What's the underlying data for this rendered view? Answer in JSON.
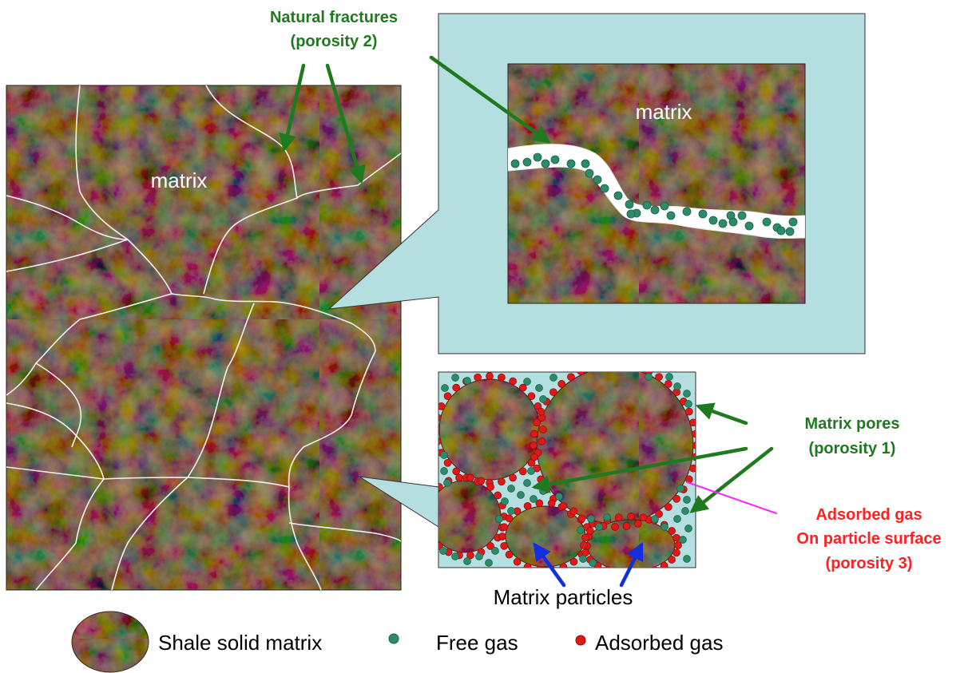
{
  "diagram": {
    "left_panel_label": "matrix",
    "zoom_panel_label": "matrix",
    "fractures_label_line1": "Natural fractures",
    "fractures_label_line2": "(porosity 2)",
    "pores_label_line1": "Matrix pores",
    "pores_label_line2": "(porosity 1)",
    "adsorbed_label_line1": "Adsorbed gas",
    "adsorbed_label_line2": "On particle surface",
    "adsorbed_label_line3": "(porosity 3)",
    "particles_label": "Matrix particles"
  },
  "legend": {
    "solid": "Shale solid matrix",
    "free_gas": "Free gas",
    "adsorbed_gas": "Adsorbed gas"
  },
  "colors": {
    "label_green": "#1f7a1f",
    "arrow_green": "#1f7a1f",
    "label_red": "#ff2020",
    "arrow_blue": "#1030e0",
    "arrow_magenta": "#ff22ff",
    "free_gas": "#2e8b6a",
    "adsorbed_gas": "#e01818",
    "callout_bg": "#b5dee0",
    "rock_dark": "#3a2416",
    "rock_light": "#a9875e"
  }
}
